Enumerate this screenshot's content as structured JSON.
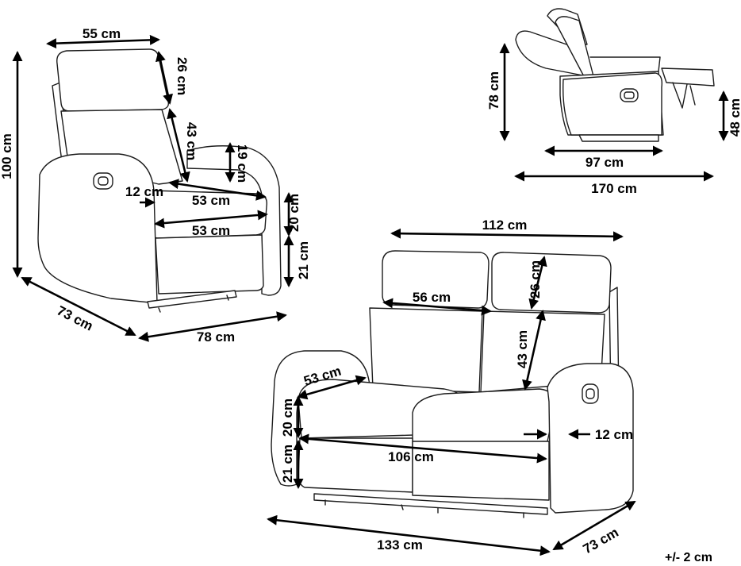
{
  "recliner_front": {
    "width": "55 cm",
    "headrest_height": "26 cm",
    "backrest_height": "43 cm",
    "armrest_height": "19 cm",
    "armrest_width": "12 cm",
    "seat_depth": "53 cm",
    "seat_width": "53 cm",
    "cushion_height": "20 cm",
    "seat_height": "21 cm",
    "total_height": "100 cm",
    "depth": "73 cm",
    "total_width": "78 cm"
  },
  "recliner_side": {
    "height": "78 cm",
    "footrest_height": "48 cm",
    "depth": "97 cm",
    "reclined_length": "170 cm"
  },
  "loveseat": {
    "backrest_width": "112 cm",
    "seat_back_width": "56 cm",
    "headrest_height": "26 cm",
    "backrest_height": "43 cm",
    "seat_depth": "53 cm",
    "cushion_height": "20 cm",
    "seat_height": "21 cm",
    "seat_width": "106 cm",
    "armrest_width": "12 cm",
    "total_width": "133 cm",
    "depth": "73 cm"
  },
  "tolerance": "+/- 2 cm"
}
